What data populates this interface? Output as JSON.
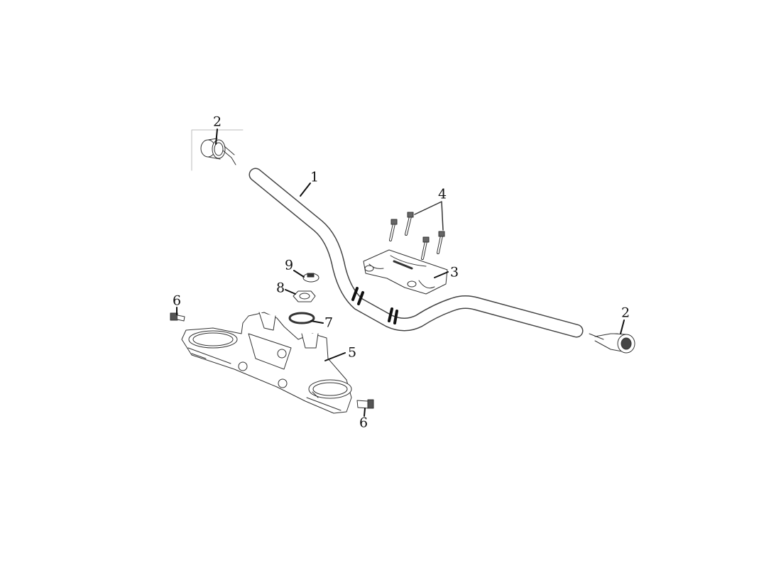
{
  "diagram": {
    "type": "exploded parts diagram - handlebar assembly",
    "callouts": [
      {
        "id": "2a",
        "number": "2"
      },
      {
        "id": "1",
        "number": "1"
      },
      {
        "id": "4",
        "number": "4"
      },
      {
        "id": "3",
        "number": "3"
      },
      {
        "id": "9",
        "number": "9"
      },
      {
        "id": "8",
        "number": "8"
      },
      {
        "id": "7",
        "number": "7"
      },
      {
        "id": "6a",
        "number": "6"
      },
      {
        "id": "5",
        "number": "5"
      },
      {
        "id": "6b",
        "number": "6"
      },
      {
        "id": "2b",
        "number": "2"
      }
    ]
  }
}
